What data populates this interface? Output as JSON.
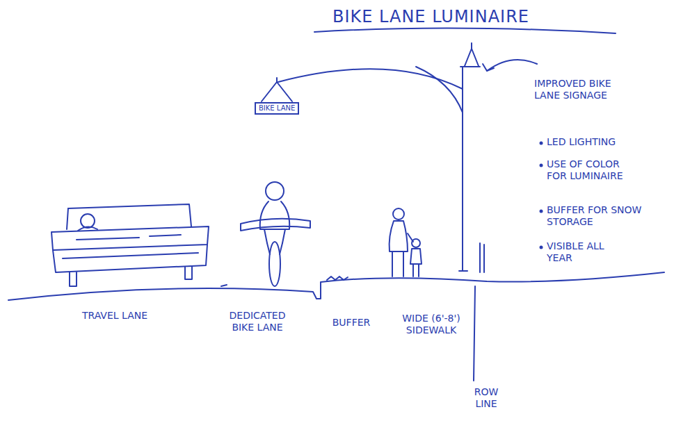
{
  "diagram": {
    "title": "BIKE LANE LUMINAIRE",
    "nodes": [
      {
        "text": [
          "BIKE LANE"
        ]
      }
    ],
    "labels": [
      "IMPROVED BIKE LANE SIGNAGE",
      "LED LIGHTING",
      "USE OF COLOR FOR LUMINAIRE",
      "BUFFER FOR SNOW STORAGE",
      "VISIBLE ALL YEAR",
      "TRAVEL LANE",
      "DEDICATED BIKE LANE",
      "BUFFER",
      "WIDE (6'-8') SIDEWALK",
      "ROW LINE"
    ]
  }
}
